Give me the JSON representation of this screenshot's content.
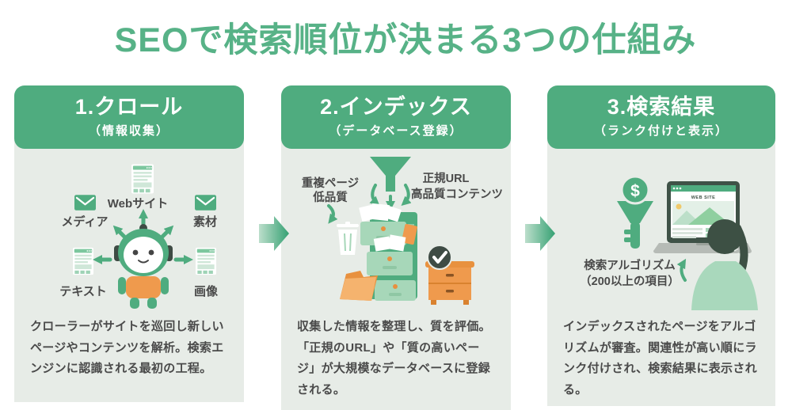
{
  "title": {
    "text": "SEOで検索順位が決まる3つの仕組み"
  },
  "colors": {
    "title_green": "#57b287",
    "brand_green": "#4fac7f",
    "card_bg": "#e7ece7",
    "body_text": "#4a4a4a",
    "orange": "#ef9a4d",
    "dark_green": "#3e4b44",
    "light_green": "#a7d7b9",
    "pale_green": "#cfe7d8",
    "arrow_gradient_start": "#bcdecb",
    "arrow_gradient_end": "#35a173"
  },
  "steps": [
    {
      "title": "1.クロール",
      "subtitle": "（情報収集）",
      "description": "クローラーがサイトを巡回し新しいページやコンテンツを解析。検索エンジンに認識される最初の工程。",
      "labels": {
        "web": "Webサイト",
        "media": "メディア",
        "material": "素材",
        "text": "テキスト",
        "image": "画像"
      }
    },
    {
      "title": "2.インデックス",
      "subtitle": "（データベース登録）",
      "description": "収集した情報を整理し、質を評価。「正規のURL」や「質の高いページ」が大規模なデータベースに登録される。",
      "labels": {
        "reject_line1": "重複ページ",
        "reject_line2": "低品質",
        "accept_line1": "正規URL",
        "accept_line2": "高品質コンテンツ"
      }
    },
    {
      "title": "3.検索結果",
      "subtitle": "（ランク付けと表示）",
      "description": "インデックスされたページをアルゴリズムが審査。関連性が高い順にランク付けされ、検索結果に表示される。",
      "labels": {
        "algorithm_line1": "検索アルゴリズム",
        "algorithm_line2": "（200以上の項目）",
        "screen_title": "WEB SITE",
        "dollar": "$"
      }
    }
  ]
}
